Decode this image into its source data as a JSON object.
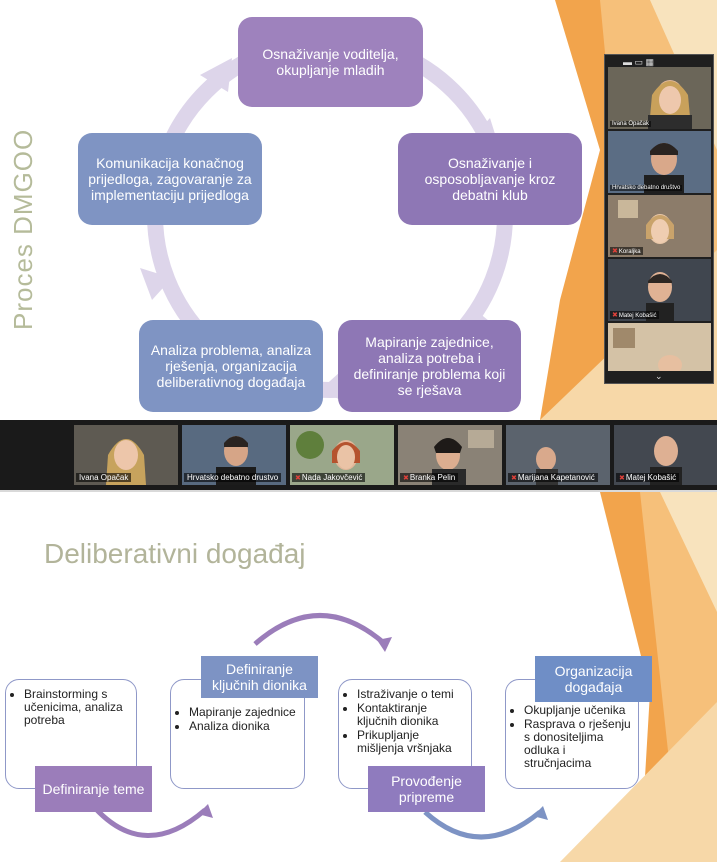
{
  "top_slide": {
    "vertical_title": "Proces DMGOO",
    "steps": [
      {
        "text": "Osnaživanje voditelja, okupljanje mladih"
      },
      {
        "text": "Osnaživanje i osposobljavanje kroz debatni klub"
      },
      {
        "text": "Mapiranje zajednice, analiza potreba i definiranje problema koji se rješava"
      },
      {
        "text": "Analiza problema, analiza rješenja, organizacija deliberativnog događaja"
      },
      {
        "text": "Komunikacija konačnog prijedloga, zagovaranje za implementaciju prijedloga"
      }
    ]
  },
  "side_panel": {
    "participants": [
      {
        "name": "Ivana Opačak",
        "muted": false
      },
      {
        "name": "Hrvatsko debatno društvo",
        "muted": false
      },
      {
        "name": "Koraljka",
        "muted": true
      },
      {
        "name": "Matej Kobašić",
        "muted": true
      },
      {
        "name": "",
        "muted": false
      }
    ]
  },
  "gallery": {
    "participants": [
      {
        "name": "Ivana Opačak",
        "muted": false
      },
      {
        "name": "Hrvatsko debatno drustvo",
        "muted": false
      },
      {
        "name": "Nada Jakovčević",
        "muted": true
      },
      {
        "name": "Branka Pelin",
        "muted": true
      },
      {
        "name": "Marijana Kapetanović",
        "muted": true
      },
      {
        "name": "Matej Kobašić",
        "muted": true
      }
    ]
  },
  "bottom_slide": {
    "title": "Deliberativni događaj",
    "stages": [
      {
        "label": "Definiranje teme",
        "bullets": [
          "Brainstorming s učenicima, analiza potreba"
        ]
      },
      {
        "label": "Definiranje ključnih dionika",
        "bullets": [
          "Mapiranje zajednice",
          "Analiza dionika"
        ]
      },
      {
        "label": "Provođenje pripreme",
        "bullets": [
          "Istraživanje o temi",
          "Kontaktiranje ključnih dionika",
          "Prikupljanje mišljenja vršnjaka"
        ]
      },
      {
        "label": "Organizacija događaja",
        "bullets": [
          "Okupljanje učenika",
          "Rasprava o rješenju s donositeljima odluka i stručnjacima"
        ]
      }
    ]
  },
  "colors": {
    "accent_orange": "#f0a048",
    "purple": "#9e82bd",
    "blue": "#7f94c3",
    "title_green": "#b2b49a"
  }
}
